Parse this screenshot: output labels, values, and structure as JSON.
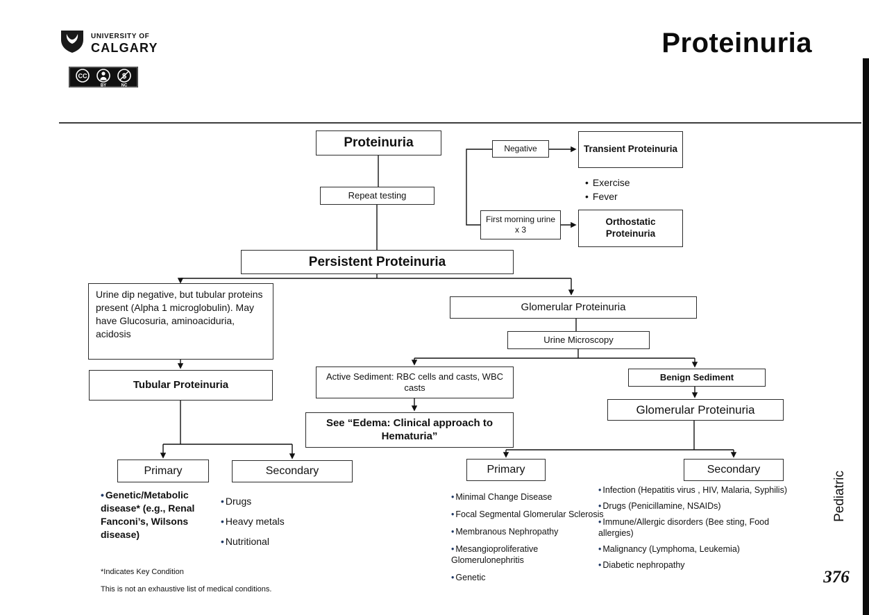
{
  "header": {
    "title": "Proteinuria",
    "university": {
      "line1": "UNIVERSITY OF",
      "line2": "CALGARY"
    },
    "license": {
      "cc": "CC",
      "by": "BY",
      "nc": "NC"
    }
  },
  "side": {
    "section_label": "Pediatric",
    "page_number": "376"
  },
  "nodes": {
    "proteinuria": "Proteinuria",
    "repeat_testing": "Repeat testing",
    "negative": "Negative",
    "transient": "Transient Proteinuria",
    "first_morning": "First morning urine x 3",
    "orthostatic": "Orthostatic Proteinuria",
    "persistent": "Persistent Proteinuria",
    "tubular_description": "Urine dip negative, but tubular proteins present (Alpha 1 microglobulin). May have Glucosuria, aminoaciduria, acidosis",
    "tubular": "Tubular Proteinuria",
    "glomerular": "Glomerular Proteinuria",
    "urine_microscopy": "Urine Microscopy",
    "active_sediment": "Active Sediment: RBC cells and casts, WBC casts",
    "benign_sediment": "Benign Sediment",
    "see_edema": "See “Edema: Clinical approach to Hematuria”",
    "glomerular2": "Glomerular Proteinuria",
    "primary_tubular": "Primary",
    "secondary_tubular": "Secondary",
    "primary_glomerular": "Primary",
    "secondary_glomerular": "Secondary"
  },
  "lists": {
    "transient_causes": [
      "Exercise",
      "Fever"
    ],
    "tubular_primary": [
      "Genetic/Metabolic disease* (e.g., Renal Fanconi’s, Wilsons disease)"
    ],
    "tubular_secondary": [
      "Drugs",
      "Heavy metals",
      "Nutritional"
    ],
    "glomerular_primary": [
      "Minimal Change Disease",
      "Focal Segmental Glomerular Sclerosis",
      "Membranous Nephropathy",
      "Mesangioproliferative Glomerulonephritis",
      "Genetic"
    ],
    "glomerular_secondary": [
      "Infection (Hepatitis virus , HIV, Malaria, Syphilis)",
      "Drugs (Penicillamine, NSAIDs)",
      "Immune/Allergic disorders (Bee sting, Food allergies)",
      "Malignancy (Lymphoma, Leukemia)",
      "Diabetic nephropathy"
    ]
  },
  "footnotes": {
    "key_condition": "*Indicates Key Condition",
    "disclaimer": "This is not an exhaustive list of medical conditions."
  },
  "colors": {
    "bullet": "#1F3864",
    "line": "#111111",
    "strip": "#0c0c0c"
  }
}
